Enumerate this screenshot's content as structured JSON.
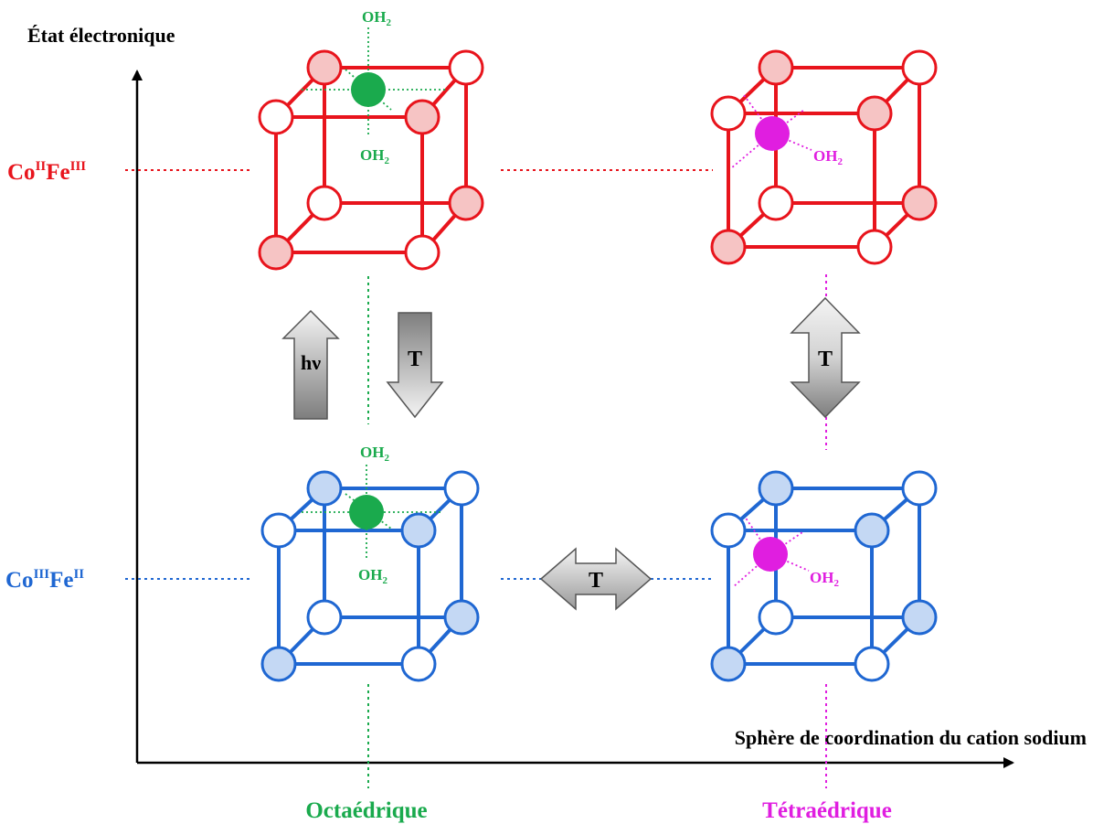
{
  "axes": {
    "y_label": "État électronique",
    "x_label": "Sphère de coordination du cation sodium"
  },
  "states": {
    "high": {
      "co": "Co",
      "co_ox": "II",
      "fe": "Fe",
      "fe_ox": "III",
      "color": "#e8141c"
    },
    "low": {
      "co": "Co",
      "co_ox": "III",
      "fe": "Fe",
      "fe_ox": "II",
      "color": "#1f67d2"
    }
  },
  "sites": {
    "octa": {
      "label": "Octaédrique",
      "color": "#1aaa4d"
    },
    "tetra": {
      "label": "Tétraédrique",
      "color": "#e01ee0"
    }
  },
  "ligand": {
    "base": "OH",
    "sub": "2"
  },
  "arrows": {
    "photo": "hν",
    "thermal": "T"
  },
  "colors": {
    "red_fill": "#f6c4c4",
    "blue_fill": "#c4d8f4",
    "green": "#1aaa4d",
    "magenta": "#e01ee0",
    "arrow_light": "#f0f0f0",
    "arrow_dark": "#8a8a8a"
  }
}
